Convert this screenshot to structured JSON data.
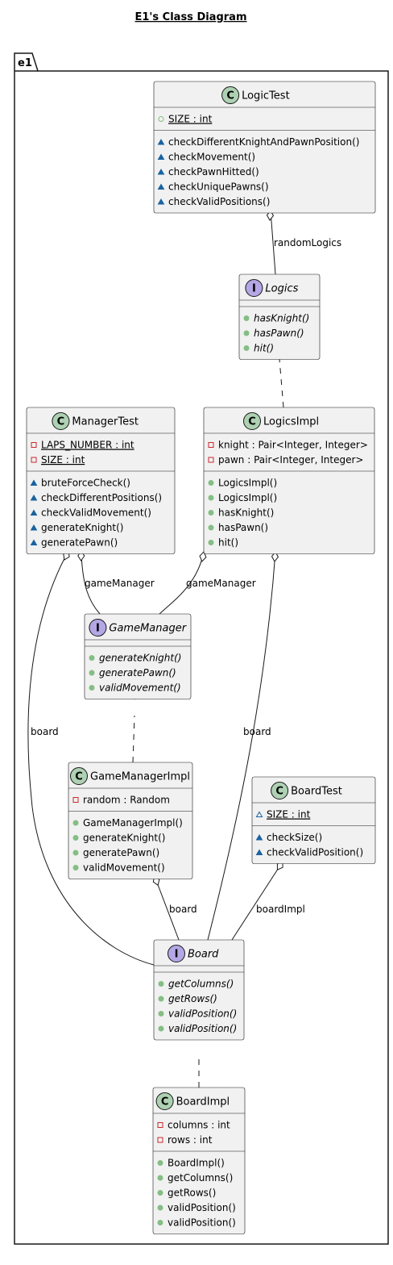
{
  "title": "E1's Class Diagram",
  "package": "e1",
  "colors": {
    "class_badge": "#add1b2",
    "interface_badge": "#b4a7e5",
    "box_fill": "#f1f1f1",
    "border": "#181818",
    "public_marker": "#84be84",
    "private_marker": "#c82930",
    "package_marker": "#1963a0"
  },
  "classes": [
    {
      "id": "logictest",
      "kind": "class",
      "name": "LogicTest",
      "fields": [
        {
          "vis": "public",
          "text": "SIZE : int",
          "static": true
        }
      ],
      "methods": [
        {
          "vis": "package",
          "text": "checkDifferentKnightAndPawnPosition()"
        },
        {
          "vis": "package",
          "text": "checkMovement()"
        },
        {
          "vis": "package",
          "text": "checkPawnHitted()"
        },
        {
          "vis": "package",
          "text": "checkUniquePawns()"
        },
        {
          "vis": "package",
          "text": "checkValidPositions()"
        }
      ]
    },
    {
      "id": "logics",
      "kind": "interface",
      "name": "Logics",
      "fields": [],
      "methods": [
        {
          "vis": "public",
          "text": "hasKnight()",
          "abstract": true
        },
        {
          "vis": "public",
          "text": "hasPawn()",
          "abstract": true
        },
        {
          "vis": "public",
          "text": "hit()",
          "abstract": true
        }
      ]
    },
    {
      "id": "managertest",
      "kind": "class",
      "name": "ManagerTest",
      "fields": [
        {
          "vis": "private",
          "text": "LAPS_NUMBER : int",
          "static": true
        },
        {
          "vis": "private",
          "text": "SIZE : int",
          "static": true
        }
      ],
      "methods": [
        {
          "vis": "package",
          "text": "bruteForceCheck()"
        },
        {
          "vis": "package",
          "text": "checkDifferentPositions()"
        },
        {
          "vis": "package",
          "text": "checkValidMovement()"
        },
        {
          "vis": "package",
          "text": "generateKnight()"
        },
        {
          "vis": "package",
          "text": "generatePawn()"
        }
      ]
    },
    {
      "id": "logicsimpl",
      "kind": "class",
      "name": "LogicsImpl",
      "fields": [
        {
          "vis": "private",
          "text": "knight : Pair<Integer, Integer>"
        },
        {
          "vis": "private",
          "text": "pawn : Pair<Integer, Integer>"
        }
      ],
      "methods": [
        {
          "vis": "public",
          "text": "LogicsImpl()"
        },
        {
          "vis": "public",
          "text": "LogicsImpl()"
        },
        {
          "vis": "public",
          "text": "hasKnight()"
        },
        {
          "vis": "public",
          "text": "hasPawn()"
        },
        {
          "vis": "public",
          "text": "hit()"
        }
      ]
    },
    {
      "id": "gamemanager",
      "kind": "interface",
      "name": "GameManager",
      "fields": [],
      "methods": [
        {
          "vis": "public",
          "text": "generateKnight()",
          "abstract": true
        },
        {
          "vis": "public",
          "text": "generatePawn()",
          "abstract": true
        },
        {
          "vis": "public",
          "text": "validMovement()",
          "abstract": true
        }
      ]
    },
    {
      "id": "gamemanagerimpl",
      "kind": "class",
      "name": "GameManagerImpl",
      "fields": [
        {
          "vis": "private",
          "text": "random : Random"
        }
      ],
      "methods": [
        {
          "vis": "public",
          "text": "GameManagerImpl()"
        },
        {
          "vis": "public",
          "text": "generateKnight()"
        },
        {
          "vis": "public",
          "text": "generatePawn()"
        },
        {
          "vis": "public",
          "text": "validMovement()"
        }
      ]
    },
    {
      "id": "boardtest",
      "kind": "class",
      "name": "BoardTest",
      "fields": [
        {
          "vis": "package",
          "text": "SIZE : int",
          "static": true
        }
      ],
      "methods": [
        {
          "vis": "package",
          "text": "checkSize()"
        },
        {
          "vis": "package",
          "text": "checkValidPosition()"
        }
      ]
    },
    {
      "id": "board",
      "kind": "interface",
      "name": "Board",
      "fields": [],
      "methods": [
        {
          "vis": "public",
          "text": "getColumns()",
          "abstract": true
        },
        {
          "vis": "public",
          "text": "getRows()",
          "abstract": true
        },
        {
          "vis": "public",
          "text": "validPosition()",
          "abstract": true
        },
        {
          "vis": "public",
          "text": "validPosition()",
          "abstract": true
        }
      ]
    },
    {
      "id": "boardimpl",
      "kind": "class",
      "name": "BoardImpl",
      "fields": [
        {
          "vis": "private",
          "text": "columns : int"
        },
        {
          "vis": "private",
          "text": "rows : int"
        }
      ],
      "methods": [
        {
          "vis": "public",
          "text": "BoardImpl()"
        },
        {
          "vis": "public",
          "text": "getColumns()"
        },
        {
          "vis": "public",
          "text": "getRows()"
        },
        {
          "vis": "public",
          "text": "validPosition()"
        },
        {
          "vis": "public",
          "text": "validPosition()"
        }
      ]
    }
  ],
  "relations": [
    {
      "id": "logictest-logics",
      "type": "aggregation",
      "from": "logictest",
      "to": "logics",
      "label": "randomLogics"
    },
    {
      "id": "logicsimpl-logics",
      "type": "realization",
      "from": "logicsimpl",
      "to": "logics",
      "label": ""
    },
    {
      "id": "managertest-gamemanager",
      "type": "aggregation",
      "from": "managertest",
      "to": "gamemanager",
      "label": "gameManager"
    },
    {
      "id": "managertest-board",
      "type": "aggregation",
      "from": "managertest",
      "to": "board",
      "label": "board"
    },
    {
      "id": "logicsimpl-gamemanager",
      "type": "aggregation",
      "from": "logicsimpl",
      "to": "gamemanager",
      "label": "gameManager"
    },
    {
      "id": "logicsimpl-board",
      "type": "aggregation",
      "from": "logicsimpl",
      "to": "board",
      "label": "board"
    },
    {
      "id": "gamemanagerimpl-gamemanager",
      "type": "realization",
      "from": "gamemanagerimpl",
      "to": "gamemanager",
      "label": ""
    },
    {
      "id": "gamemanagerimpl-board",
      "type": "aggregation",
      "from": "gamemanagerimpl",
      "to": "board",
      "label": "board"
    },
    {
      "id": "boardtest-board",
      "type": "aggregation",
      "from": "boardtest",
      "to": "board",
      "label": "boardImpl"
    },
    {
      "id": "boardimpl-board",
      "type": "realization",
      "from": "boardimpl",
      "to": "board",
      "label": ""
    }
  ]
}
